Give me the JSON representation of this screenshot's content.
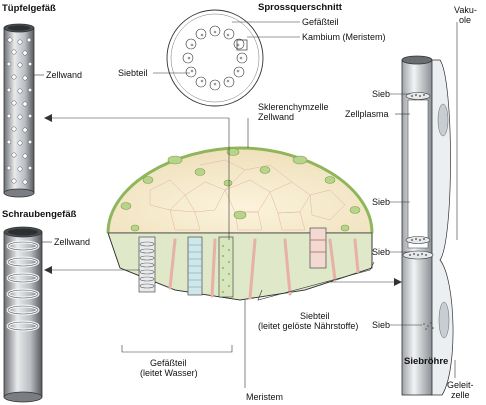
{
  "labels": {
    "tuepfelgefaess": "Tüpfelgefäß",
    "zellwand_top": "Zellwand",
    "schraubengefaess": "Schraubengefäß",
    "zellwand_mid": "Zellwand",
    "sprossquerschnitt": "Sprossquerschnitt",
    "gefaessteil_small": "Gefäßteil",
    "kambium": "Kambium (Meristem)",
    "siebteil_small": "Siebteil",
    "sklerenchym_line1": "Sklerenchymzelle",
    "sklerenchym_line2": "Zellwand",
    "gefaessteil_line1": "Gefäßteil",
    "gefaessteil_line2": "(leitet Wasser)",
    "meristem": "Meristem",
    "siebteil_line1": "Siebteil",
    "siebteil_line2": "(leitet gelöste Nährstoffe)",
    "vakuole_line1": "Vaku-",
    "vakuole_line2": "ole",
    "sieb_1": "Sieb",
    "zellplasma": "Zellplasma",
    "sieb_2": "Sieb",
    "sieb_3": "Sieb",
    "sieb_4": "Sieb",
    "siebroehre": "Siebröhre",
    "geleitzelle_line1": "Geleit-",
    "geleitzelle_line2": "zelle"
  },
  "colors": {
    "wood_fill": "#f5e9cf",
    "green_cell": "#b8d48a",
    "green_dark": "#8fb65a",
    "phloem_pink": "#e8b8b0",
    "vessel_gray": "#c8ccd0",
    "outline": "#333333"
  }
}
